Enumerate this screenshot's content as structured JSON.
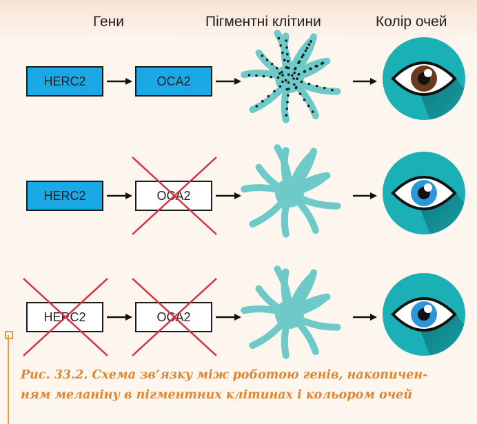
{
  "headers": {
    "genes": "Гени",
    "pigment_cells": "Пігментні клітини",
    "eye_color": "Колір очей"
  },
  "rows": [
    {
      "gene1": {
        "label": "HERC2",
        "active": true
      },
      "gene2": {
        "label": "OCA2",
        "active": true
      },
      "cell": "pigmented",
      "eye_color": "brown"
    },
    {
      "gene1": {
        "label": "HERC2",
        "active": true
      },
      "gene2": {
        "label": "OCA2",
        "active": false
      },
      "cell": "unpigmented",
      "eye_color": "blue"
    },
    {
      "gene1": {
        "label": "HERC2",
        "active": false
      },
      "gene2": {
        "label": "OCA2",
        "active": false
      },
      "cell": "unpigmented",
      "eye_color": "blue"
    }
  ],
  "caption": {
    "line1": "Рис. 33.2. Схема зв’язку між роботою генів, накопичен-",
    "line2": "ням меланіну в пігментних клітинах і кольором очей"
  },
  "colors": {
    "gene_active": "#1aa9e4",
    "cross": "#d9303e",
    "cell": "#6ec9c9",
    "eye_circle": "#1bb0b5",
    "iris_brown": "#6b3a1e",
    "iris_blue": "#2b97d9",
    "caption": "#e0862e"
  }
}
